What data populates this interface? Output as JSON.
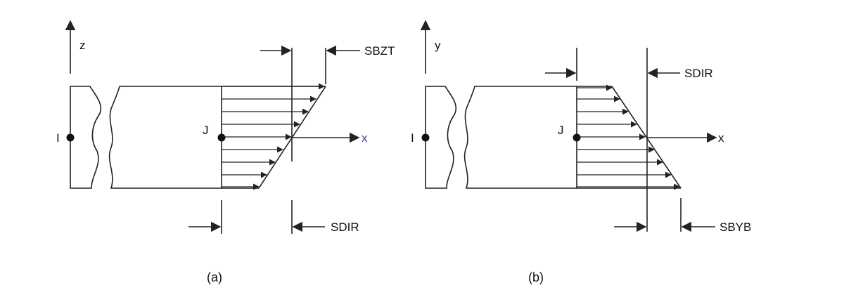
{
  "panel_a": {
    "caption": "(a)",
    "vertical_axis": "z",
    "horizontal_axis": "x",
    "node_i": "I",
    "node_j": "J",
    "label_top": "SBZT",
    "label_bottom": "SDIR"
  },
  "panel_b": {
    "caption": "(b)",
    "vertical_axis": "y",
    "horizontal_axis": "x",
    "node_i": "I",
    "node_j": "J",
    "label_top": "SDIR",
    "label_bottom": "SBYB"
  },
  "colors": {
    "line": "#222222",
    "axis_x_a": "#2a3fa0"
  }
}
